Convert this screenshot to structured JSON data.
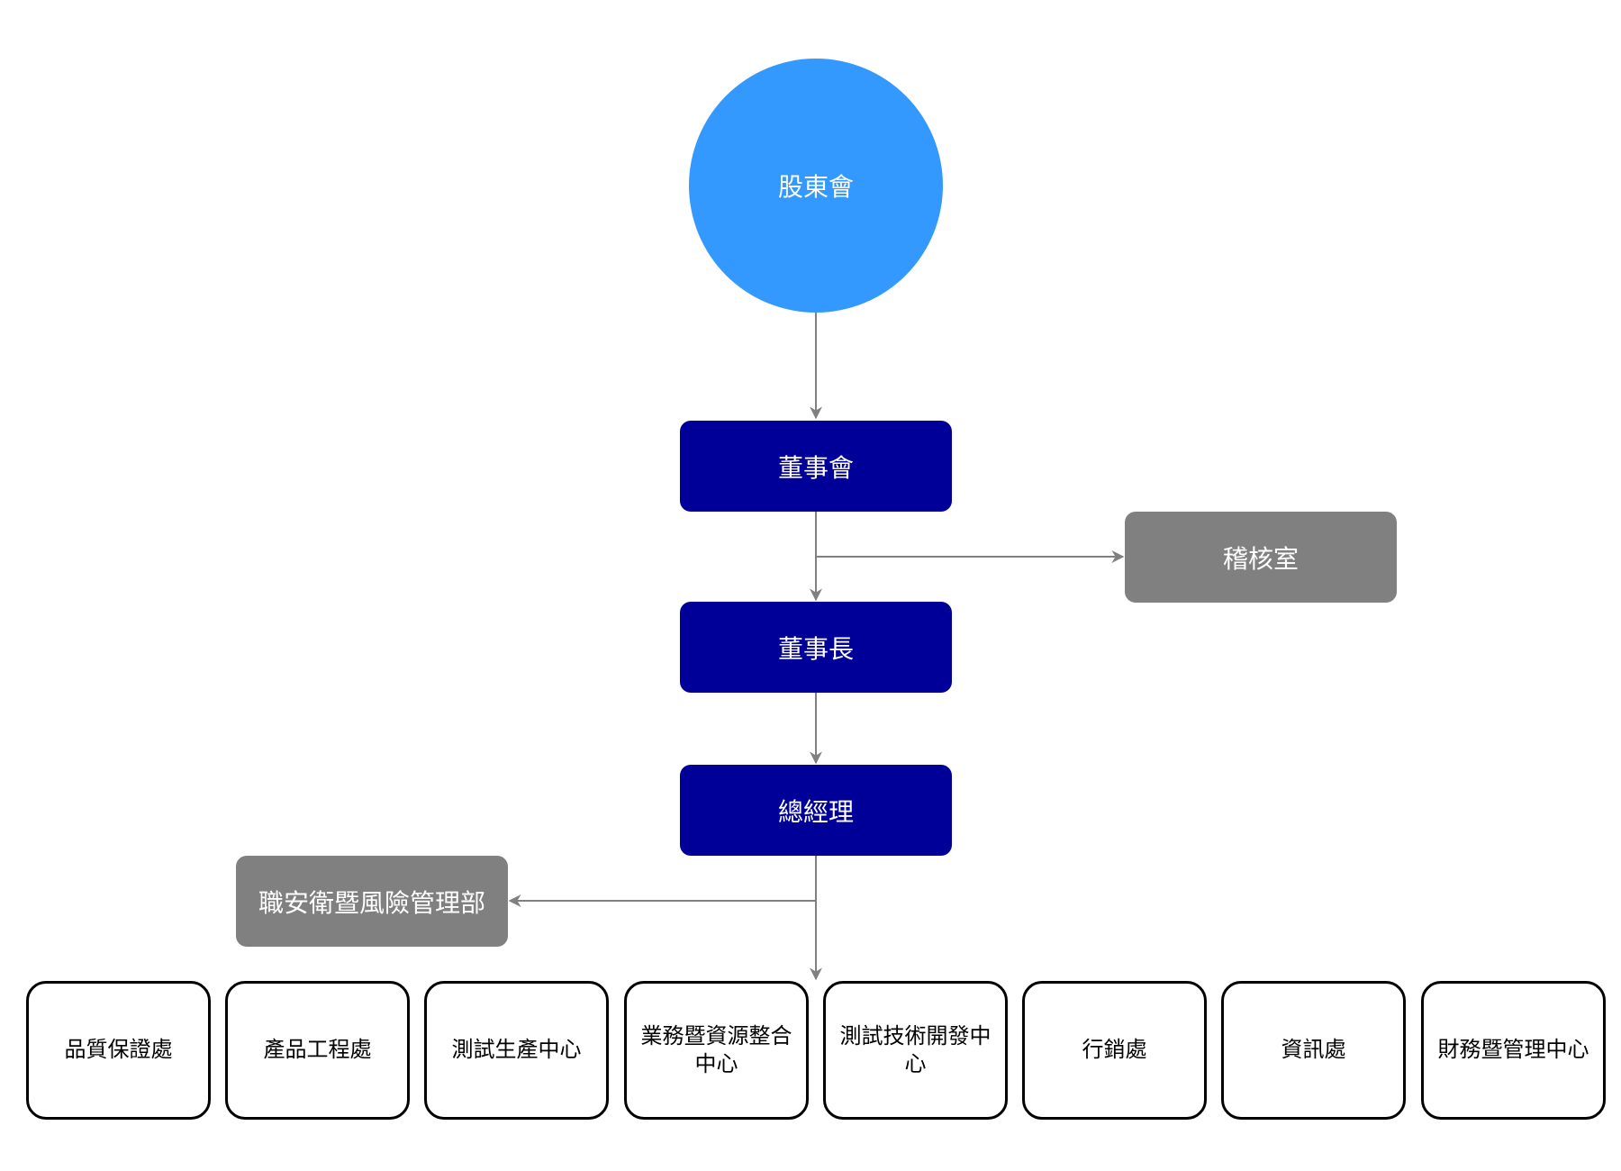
{
  "nodes": {
    "shareholders": "股東會",
    "board": "董事會",
    "audit": "稽核室",
    "chairman": "董事長",
    "general_manager": "總經理",
    "safety_risk": "職安衛暨風險管理部"
  },
  "departments": [
    {
      "label": "品質保證處"
    },
    {
      "label": "產品工程處"
    },
    {
      "label": "測試生產中心"
    },
    {
      "label": "業務暨資源整合中心"
    },
    {
      "label": "測試技術開發中心"
    },
    {
      "label": "行銷處"
    },
    {
      "label": "資訊處"
    },
    {
      "label": "財務暨管理中心"
    }
  ],
  "colors": {
    "shareholders_fill": "#3399ff",
    "executive_fill": "#000099",
    "staff_fill": "#808080",
    "connector": "#808080"
  }
}
